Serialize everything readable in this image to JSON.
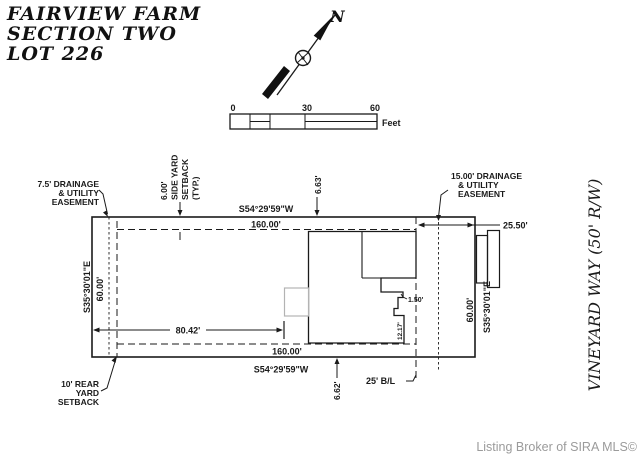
{
  "colors": {
    "line": "#1a1a1a",
    "porch_gray": "#b3b3b3",
    "watermark_gray": "#9b9b9b"
  },
  "title": {
    "lines": [
      "FAIRVIEW FARM",
      "SECTION TWO",
      "LOT 226"
    ]
  },
  "north_arrow": {
    "label": "N"
  },
  "scale_bar": {
    "ticks": [
      "0",
      "30",
      "60"
    ],
    "unit": "Feet"
  },
  "lot": {
    "boundary_top": {
      "bearing": "S54°29'59\"W",
      "distance": "160.00'"
    },
    "boundary_bottom": {
      "distance": "160.00'",
      "bearing": "S54°29'59\"W"
    },
    "boundary_left": {
      "bearing": "S35°30'01\"E",
      "distance": "60.00'"
    },
    "boundary_right": {
      "distance": "60.00'",
      "bearing": "S35°30'01\"E"
    },
    "street": "VINEYARD WAY (50' R/W)"
  },
  "easements": {
    "left": {
      "lines": [
        "7.5' DRAINAGE",
        "& UTILITY",
        "EASEMENT"
      ]
    },
    "right": {
      "lines": [
        "15.00' DRAINAGE",
        "& UTILITY",
        "EASEMENT"
      ]
    }
  },
  "setbacks": {
    "side": {
      "lines": [
        "6.00'",
        "SIDE YARD",
        "SETBACK",
        "(TYP.)"
      ]
    },
    "rear": {
      "lines": [
        "10' REAR",
        "YARD",
        "SETBACK"
      ]
    },
    "building_line": "25' B/L"
  },
  "dimensions": {
    "top_offset": "6.63'",
    "bottom_offset": "6.62'",
    "front_offset": "25.50'",
    "left_to_house": "80.42'",
    "step": "1.50'",
    "house_side": "12.17'"
  },
  "watermark": "Listing Broker of SIRA MLS©"
}
